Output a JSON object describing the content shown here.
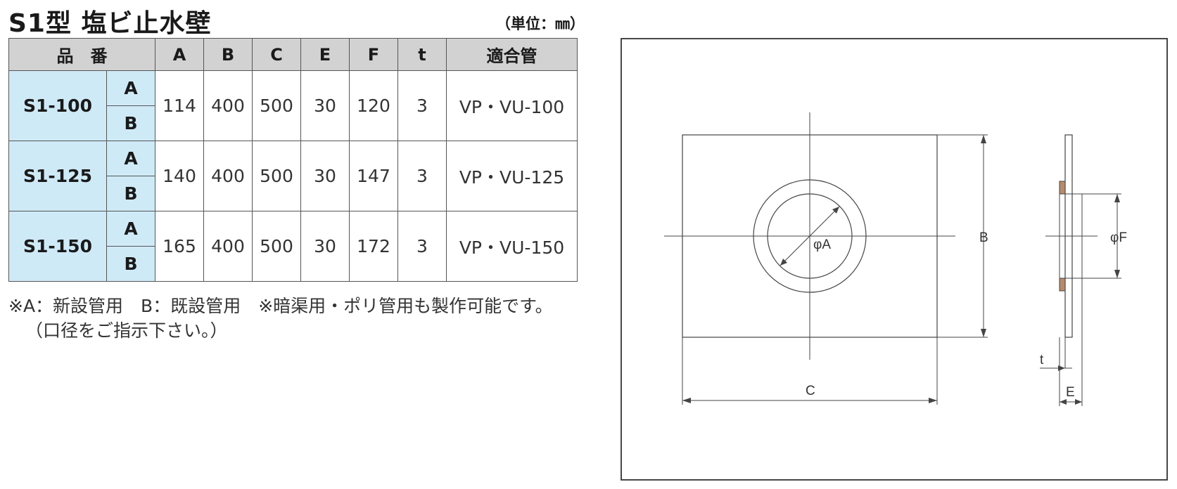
{
  "title": "S1型 塩ビ止水壁",
  "unit": "（単位：㎜）",
  "table": {
    "headers": [
      "品　番",
      "A",
      "B",
      "C",
      "E",
      "F",
      "t",
      "適合管"
    ],
    "rows": [
      {
        "model": "S1-100",
        "sub_a": "A",
        "sub_b": "B",
        "A": "114",
        "B": "400",
        "C": "500",
        "E": "30",
        "F": "120",
        "t": "3",
        "pipe": "VP・VU-100"
      },
      {
        "model": "S1-125",
        "sub_a": "A",
        "sub_b": "B",
        "A": "140",
        "B": "400",
        "C": "500",
        "E": "30",
        "F": "147",
        "t": "3",
        "pipe": "VP・VU-125"
      },
      {
        "model": "S1-150",
        "sub_a": "A",
        "sub_b": "B",
        "A": "165",
        "B": "400",
        "C": "500",
        "E": "30",
        "F": "172",
        "t": "3",
        "pipe": "VP・VU-150"
      }
    ]
  },
  "notes": {
    "line1": "※A：新設管用　B：既設管用　※暗渠用・ポリ管用も製作可能です。",
    "line2": "（口径をご指示下さい。）"
  },
  "drawing": {
    "label_phiA": "φA",
    "label_B": "B",
    "label_C": "C",
    "label_phiF": "φF",
    "label_t": "t",
    "label_E": "E"
  }
}
